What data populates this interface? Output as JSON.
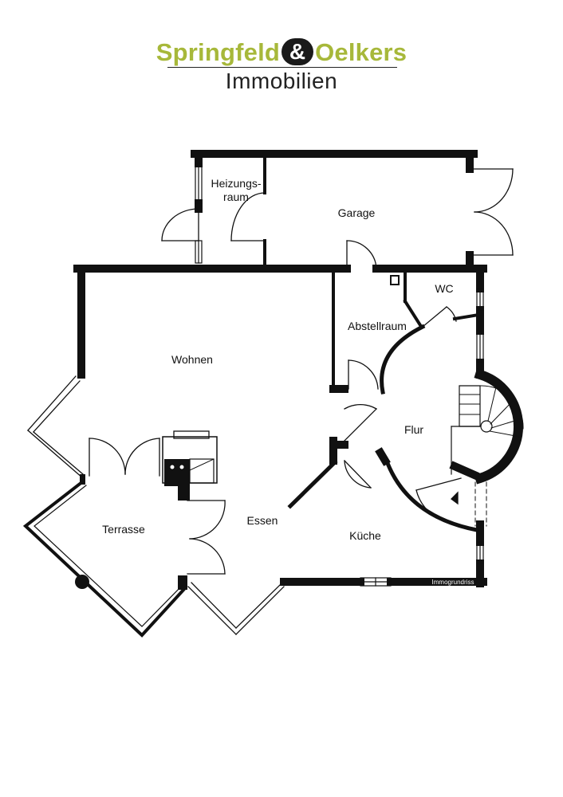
{
  "brand": {
    "name_left": "Springfeld",
    "ampersand": "&",
    "name_right": "Oelkers",
    "subtitle": "Immobilien",
    "accent_color": "#a7b83a"
  },
  "rooms": {
    "heizungsraum_1": "Heizungs-",
    "heizungsraum_2": "raum",
    "garage": "Garage",
    "wc": "WC",
    "abstellraum": "Abstellraum",
    "wohnen": "Wohnen",
    "flur": "Flur",
    "terrasse": "Terrasse",
    "essen": "Essen",
    "kueche": "Küche"
  },
  "credit": "Immogrundriss"
}
